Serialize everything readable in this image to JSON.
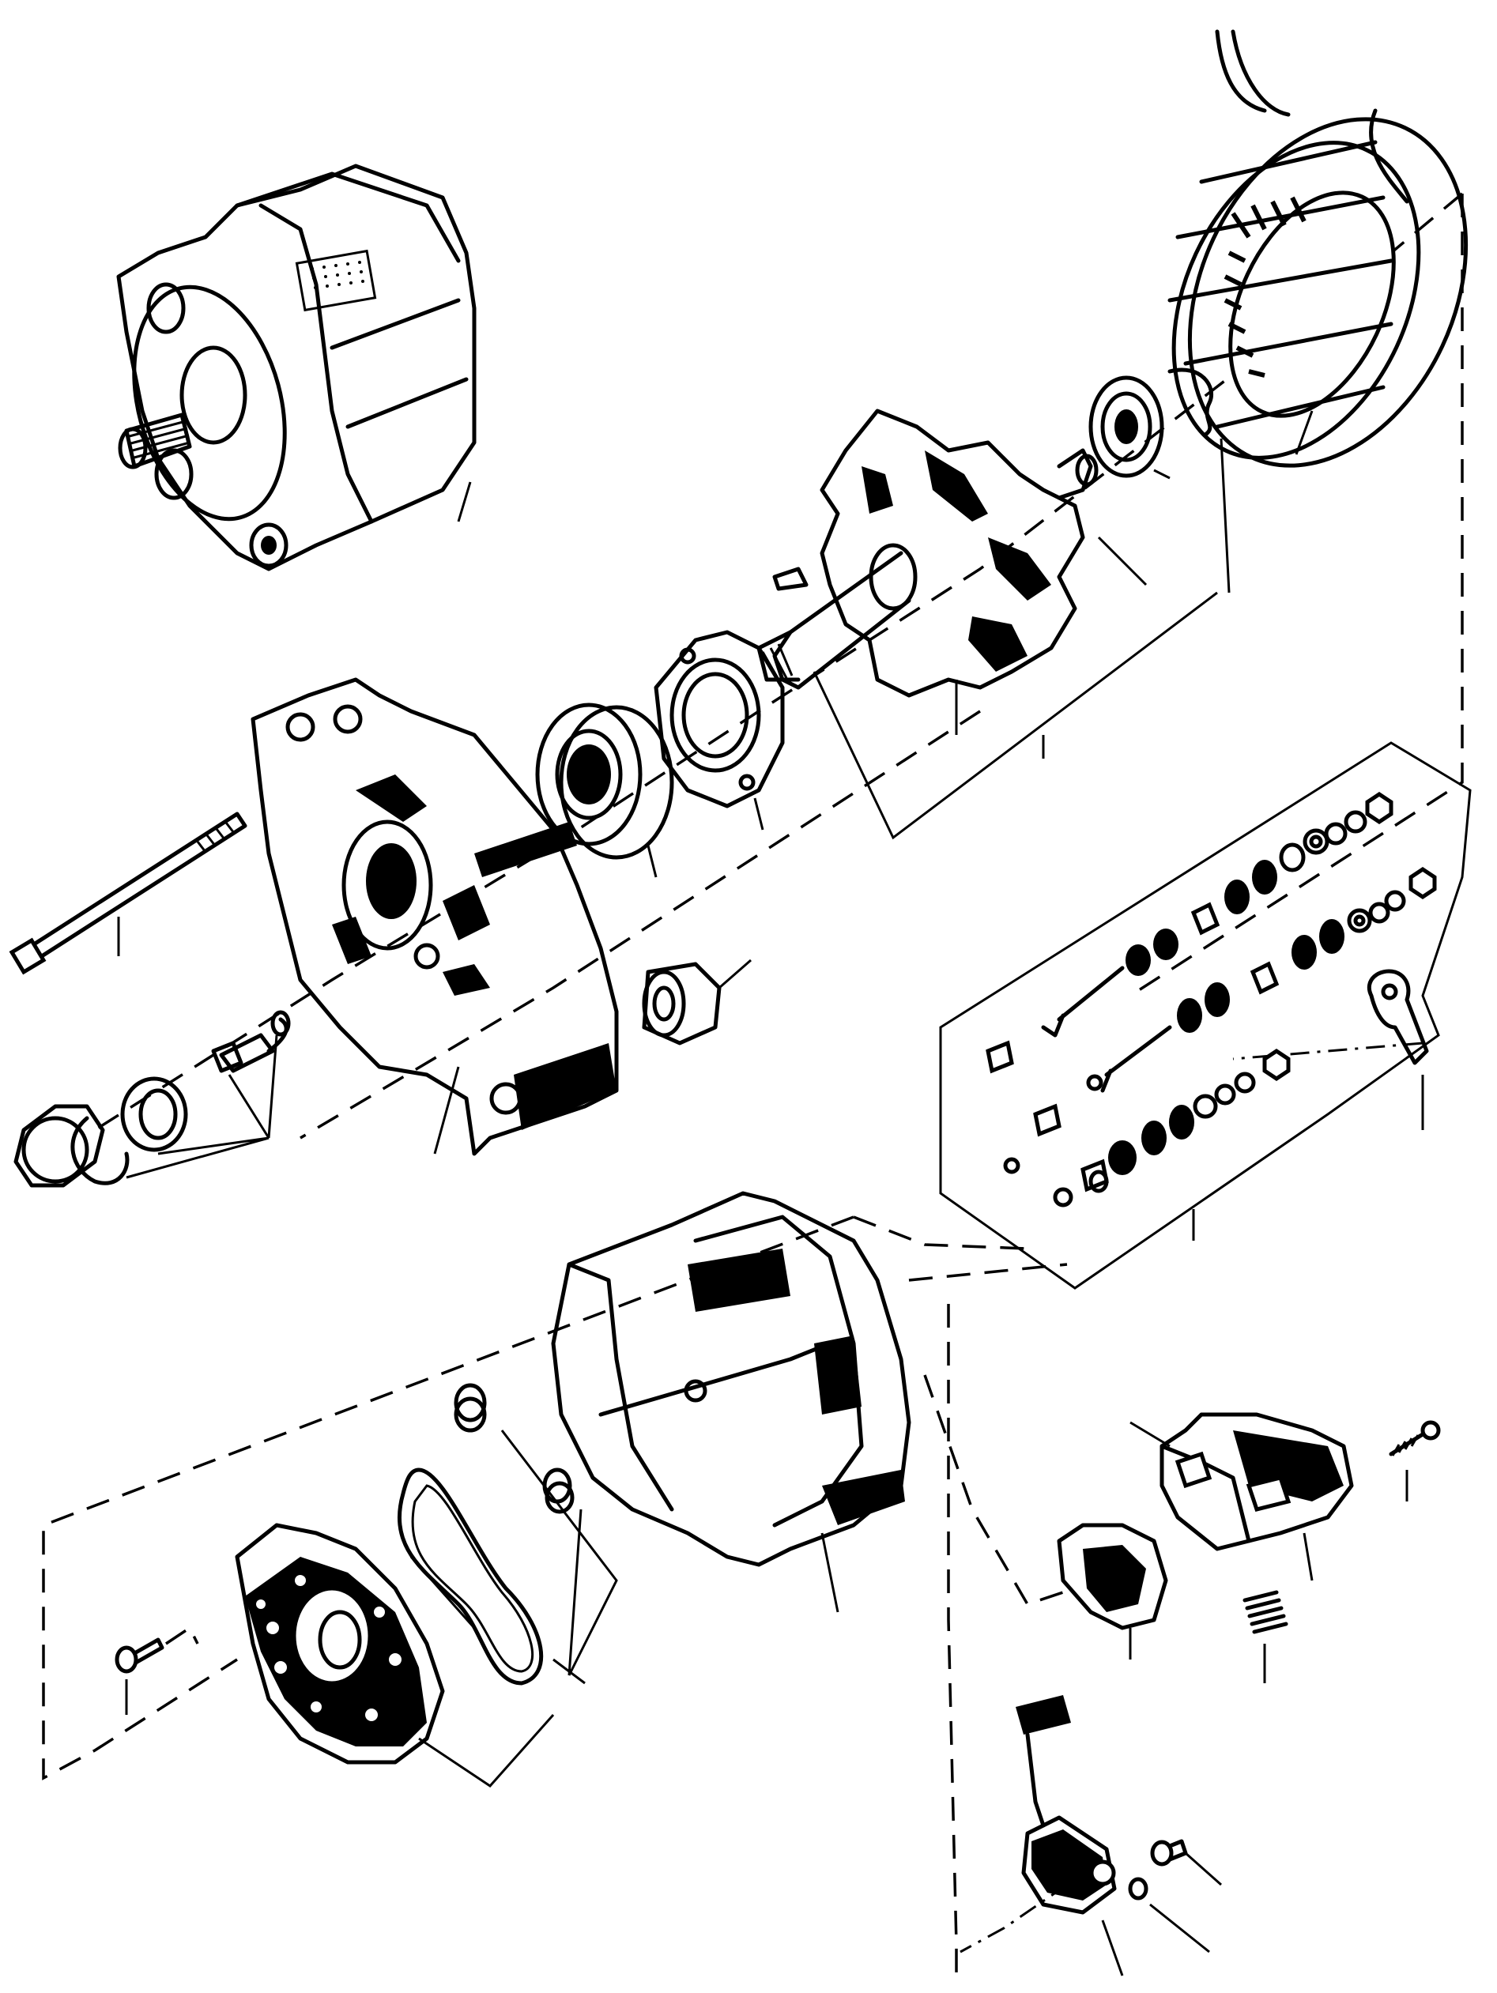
{
  "diagram": {
    "ink_color": "#000000",
    "paper_color": "#ffffff",
    "parts": [
      {
        "id": "assembled-alternator",
        "icon": "alternator-icon"
      },
      {
        "id": "stator",
        "icon": "stator-icon"
      },
      {
        "id": "rotor",
        "icon": "rotor-icon"
      },
      {
        "id": "rear-bearing",
        "icon": "bearing-icon"
      },
      {
        "id": "front-bearing",
        "icon": "bearing-icon"
      },
      {
        "id": "bearing-retainer-plate",
        "icon": "plate-icon"
      },
      {
        "id": "drive-end-housing",
        "icon": "housing-icon"
      },
      {
        "id": "through-bolt",
        "icon": "bolt-icon"
      },
      {
        "id": "pulley-nut-and-washers",
        "icon": "nut-icon"
      },
      {
        "id": "spacer-sleeve",
        "icon": "sleeve-icon"
      },
      {
        "id": "terminal-hardware-kit",
        "icon": "hardware-kit-icon"
      },
      {
        "id": "terminal-lug",
        "icon": "lug-icon"
      },
      {
        "id": "slip-ring-end-housing",
        "icon": "housing-icon"
      },
      {
        "id": "rectifier-plate",
        "icon": "rectifier-icon"
      },
      {
        "id": "gasket",
        "icon": "gasket-icon"
      },
      {
        "id": "bushings",
        "icon": "bushing-icon"
      },
      {
        "id": "voltage-regulator",
        "icon": "regulator-icon"
      },
      {
        "id": "brush-holder",
        "icon": "brush-holder-icon"
      },
      {
        "id": "brush-spring",
        "icon": "spring-icon"
      },
      {
        "id": "suppression-capacitor",
        "icon": "capacitor-icon"
      }
    ]
  }
}
